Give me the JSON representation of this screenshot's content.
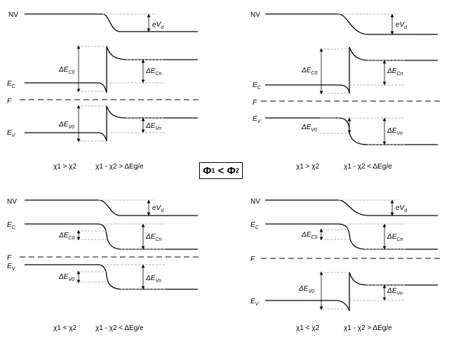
{
  "labels": {
    "nv": "NV",
    "ec": "E",
    "ec_sub": "C",
    "ev": "E",
    "ev_sub": "V",
    "f": "F",
    "evd": "eV",
    "evd_sub": "d",
    "dEc0": "ΔE",
    "dEc0_sub": "C0",
    "dEcn": "ΔE",
    "dEcn_sub": "Cn",
    "dEv0": "ΔE",
    "dEv0_sub": "V0",
    "dEvn": "ΔE",
    "dEvn_sub": "Vn"
  },
  "center_box": {
    "phi": "Φ",
    "sub1": "1",
    "op": " < ",
    "sub2": "2"
  },
  "captions": {
    "tl_left": "χ1 > χ2",
    "tl_right": "χ1 - χ2 > ΔEg/e",
    "tr_left": "χ1 > χ2",
    "tr_right": "χ1 - χ2 < ΔEg/e",
    "bl_left": "χ1 < χ2",
    "bl_right": "χ1 - χ2 < ΔEg/e",
    "br_left": "χ1 < χ2",
    "br_right": "χ1 - χ2 > ΔEg/e"
  }
}
